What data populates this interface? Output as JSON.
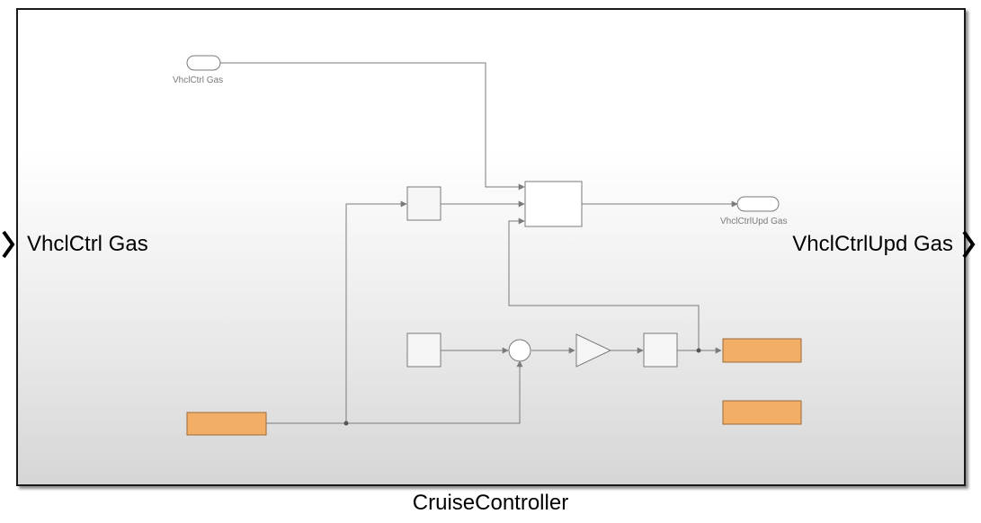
{
  "block": {
    "name": "CruiseController",
    "input_port_label": "VhclCtrl Gas",
    "output_port_label": "VhclCtrlUpd Gas"
  },
  "inner": {
    "from_goto_label": "VhclCtrl Gas",
    "to_goto_label": "VhclCtrlUpd Gas"
  },
  "colors": {
    "block_border": "#1a1a1a",
    "line": "#7a7a7a",
    "orange_block": "#f2ad66",
    "orange_border": "#9a6a3a",
    "sub_block_fill": "#f5f5f5"
  }
}
